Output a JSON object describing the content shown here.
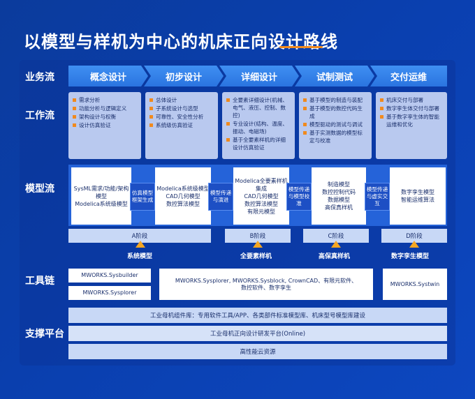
{
  "title": "以模型与样机为中心的机床正向设计路线",
  "rows": {
    "business": "业务流",
    "work": "工作流",
    "model": "模型流",
    "tools": "工具链",
    "support": "支撑平台"
  },
  "stages": [
    "概念设计",
    "初步设计",
    "详细设计",
    "试制测试",
    "交付运维"
  ],
  "work": [
    [
      "需求分析",
      "功能分析与逻辑定义",
      "架构设计与权衡",
      "设计仿真验证"
    ],
    [
      "总体设计",
      "子系统设计与选型",
      "可靠性、安全性分析",
      "系统级仿真验证"
    ],
    [
      "全要素详细设计(机械、电气、液压、控制、数控)",
      "专业设计(结构、温度、振动、电磁场)",
      "基于全要素样机的详细设计仿真验证"
    ],
    [
      "基于模型的制造与装配",
      "基于模型的数控代码生成",
      "模型驱动的测试与调试",
      "基于实测数据的模型标定与校准"
    ],
    [
      "机床交付与部署",
      "数字孪生体交付与部署",
      "基于数字孪生体的智能运维和优化"
    ]
  ],
  "models": [
    [
      "SysML需求/功能/架构模型",
      "Modelica系统级模型"
    ],
    [
      "Modelica系统级模型",
      "CAD几何模型",
      "数控算法模型"
    ],
    [
      "Modelica全要素样机集成",
      "CAD几何模型",
      "数控算法模型",
      "有限元模型"
    ],
    [
      "制造模型",
      "数控控制代码",
      "数据模型",
      "高保真样机"
    ],
    [
      "数字孪生模型",
      "智能运维算法"
    ]
  ],
  "transitions": [
    "仿真模型框架生成",
    "模型传递与演进",
    "模型传递与模型校准",
    "模型传递与虚实交互"
  ],
  "stage_bars": [
    "A阶段",
    "B阶段",
    "C阶段",
    "D阶段"
  ],
  "milestones": [
    "系统模型",
    "全要素样机",
    "高保真样机",
    "数字孪生模型"
  ],
  "tools": {
    "left_top": "MWORKS.Sysbuilder",
    "left_bottom": "MWORKS.Sysplorer",
    "center": "MWORKS.Sysplorer, MWORKS.Sysblock, CrownCAD、有限元软件、数控软件、数字孪生",
    "right": "MWORKS.Systwin"
  },
  "support": [
    "工业母机组件库：专用软件工具/APP、各类部件标准模型库、机床型号模型库建设",
    "工业母机正向设计研发平台(Online)",
    "高性能云资源"
  ],
  "colors": {
    "background": "#0b3b9c",
    "stage_arrow": "#2a74e0",
    "accent": "#f08a1e",
    "work_box": "#b9c9ef",
    "triangle": "#f5a623"
  }
}
